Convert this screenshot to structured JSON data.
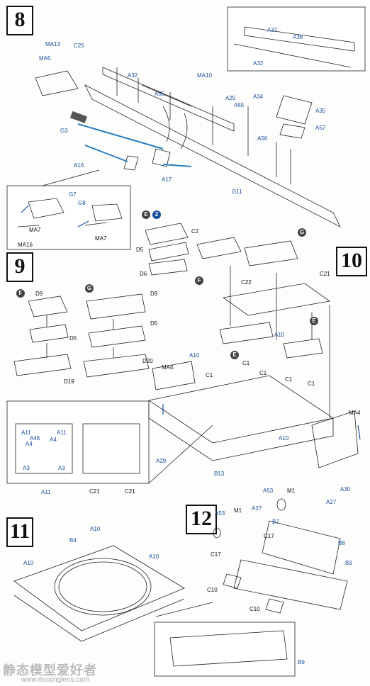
{
  "steps": [
    {
      "no": "8"
    },
    {
      "no": "9"
    },
    {
      "no": "10"
    },
    {
      "no": "11"
    },
    {
      "no": "12"
    }
  ],
  "step8": {
    "labels": [
      "MA13",
      "C25",
      "MA5",
      "A32",
      "MA10",
      "A55",
      "A25",
      "A34",
      "A35",
      "A55",
      "G3",
      "A57",
      "A56",
      "A16",
      "A17",
      "G11"
    ]
  },
  "step8_inset_top": {
    "labels": [
      "A37",
      "A36",
      "A32"
    ]
  },
  "step8_inset_left": {
    "labels": [
      "G7",
      "G8",
      "MA7",
      "MA7",
      "MA16"
    ]
  },
  "step9": {
    "labels": [
      "C2",
      "D5",
      "D6",
      "D9",
      "D9",
      "D5",
      "D5",
      "D19",
      "D20",
      "MA4",
      "A10",
      "C1"
    ],
    "variants": [
      "E",
      "F",
      "G",
      "2"
    ]
  },
  "step9_inset": {
    "labels": [
      "A11",
      "A46",
      "A4",
      "A4",
      "A11",
      "A3",
      "A3",
      "A11",
      "C21",
      "C21"
    ]
  },
  "step10": {
    "labels": [
      "C21",
      "C22",
      "A10",
      "C1",
      "C1",
      "C1",
      "C1",
      "A10",
      "B13",
      "A29",
      "A30",
      "MA4"
    ],
    "variants": [
      "F",
      "G",
      "E",
      "E"
    ]
  },
  "step11": {
    "labels": [
      "A10",
      "B4",
      "A10",
      "A10"
    ]
  },
  "step12": {
    "labels": [
      "A53",
      "M1",
      "A27",
      "A53",
      "M1",
      "A27",
      "B7",
      "B8",
      "C17",
      "C17",
      "B9",
      "C10",
      "C10"
    ]
  },
  "step12_inset": {
    "labels": [
      "B9"
    ]
  },
  "watermark": {
    "line1": "静态模型爱好者",
    "line2": "www.moxinglens.com"
  },
  "colors": {
    "accent": "#1a4fa0",
    "part": "#2a7fc1",
    "ink": "#222222"
  }
}
